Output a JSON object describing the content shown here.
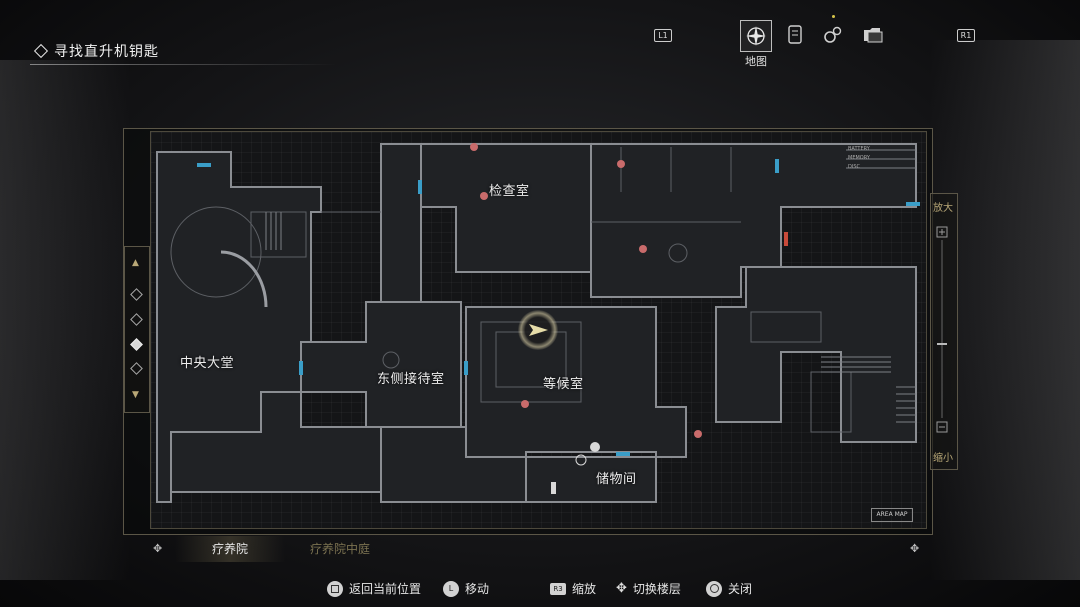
{
  "objective": {
    "text": "寻找直升机钥匙"
  },
  "top_tabs": {
    "left_button": "L1",
    "right_button": "R1",
    "active_label": "地图"
  },
  "map": {
    "zoom_in_label": "放大",
    "zoom_out_label": "缩小",
    "area_map_badge": "AREA MAP",
    "rooms": {
      "central_hall": "中央大堂",
      "east_reception": "东侧接待室",
      "exam_room": "检查室",
      "waiting_room": "等候室",
      "storage": "储物间"
    },
    "status_panel": [
      "BATTERY",
      "MEMORY",
      "DISC"
    ]
  },
  "floor_tabs": {
    "current": "疗养院",
    "other": "疗养院中庭"
  },
  "controls": [
    {
      "label": "返回当前位置"
    },
    {
      "label": "移动"
    },
    {
      "label": "缩放",
      "button": "R3"
    },
    {
      "label": "切换楼层"
    },
    {
      "label": "关闭"
    }
  ],
  "colors": {
    "door_unlocked": "#3a9ec8",
    "door_locked": "#c84a3a",
    "item_marker": "#c96b6b",
    "frame_accent": "#b9a877"
  }
}
